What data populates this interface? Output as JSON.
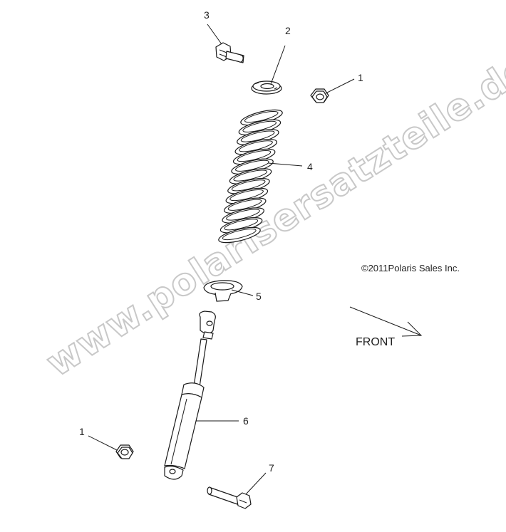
{
  "watermark_text": "www.polarisersatzteile.de",
  "copyright": "©2011Polaris Sales Inc.",
  "front_label": "FRONT",
  "callouts": {
    "c1_top": "1",
    "c2": "2",
    "c3": "3",
    "c4": "4",
    "c5": "5",
    "c6": "6",
    "c1_bottom": "1",
    "c7": "7"
  },
  "colors": {
    "line": "#1a1a1a",
    "watermark_outline": "#c8c8c8",
    "background": "#ffffff"
  }
}
